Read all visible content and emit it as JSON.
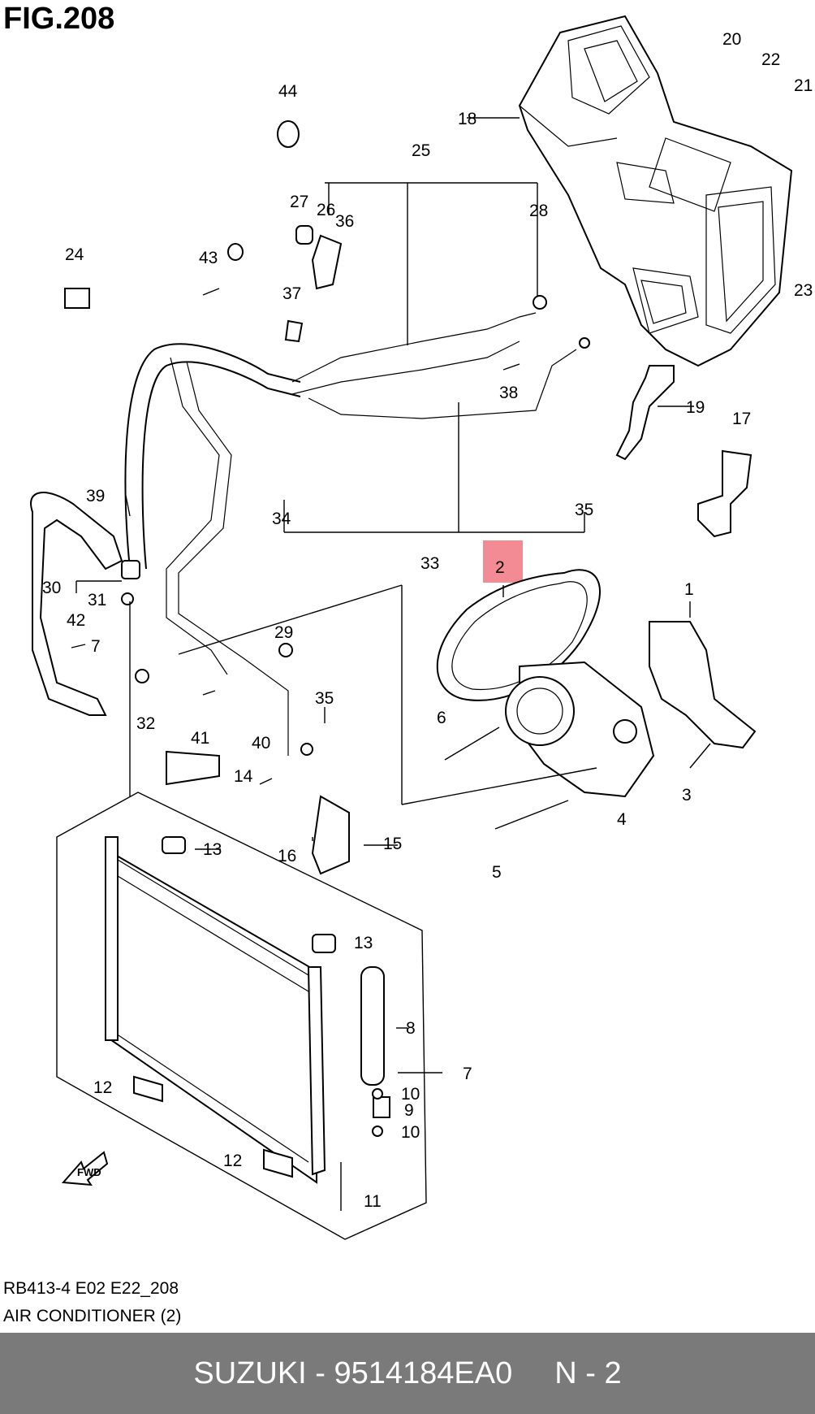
{
  "figure_label": "FIG.208",
  "callouts": [
    "1",
    "2",
    "3",
    "4",
    "5",
    "6",
    "7",
    "8",
    "9",
    "10",
    "11",
    "12",
    "13",
    "14",
    "15",
    "16",
    "17",
    "18",
    "19",
    "20",
    "21",
    "22",
    "23",
    "24",
    "25",
    "26",
    "27",
    "28",
    "29",
    "30",
    "31",
    "32",
    "33",
    "34",
    "35",
    "36",
    "37",
    "38",
    "39",
    "40",
    "41",
    "42",
    "43",
    "44"
  ],
  "highlighted_part": "2",
  "highlight_color": "#f28b93",
  "caption": {
    "code": "RB413-4 E02 E22_208",
    "title": "AIR CONDITIONER (2)"
  },
  "footer": {
    "part_number": "SUZUKI - 9514184EA0",
    "ref": "N - 2",
    "background": "#7a7a7a"
  },
  "fwd_icon_label": "FWD"
}
